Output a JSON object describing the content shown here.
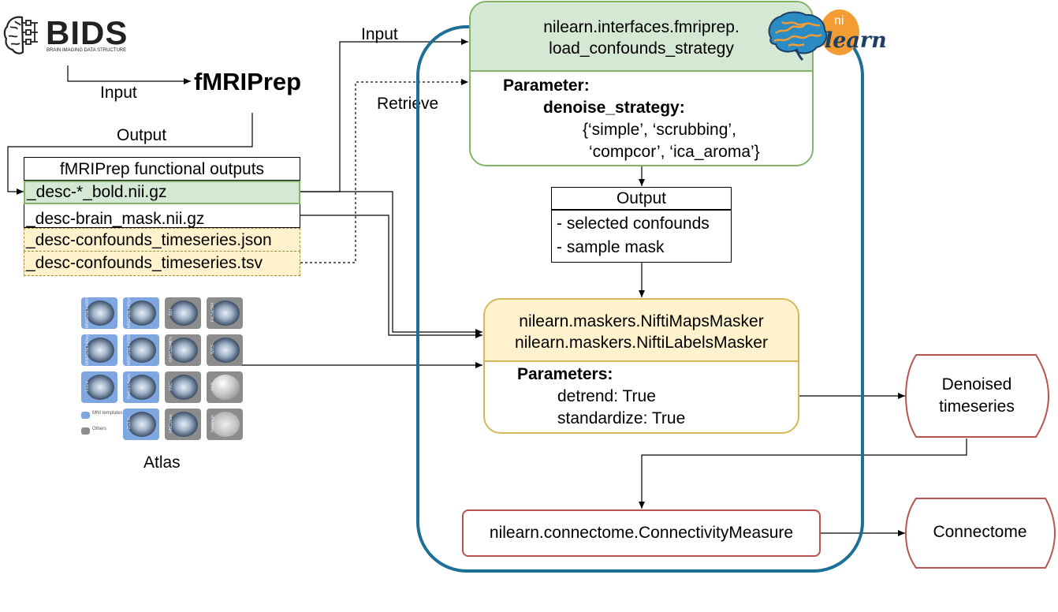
{
  "bids": {
    "logo_text": "BIDS",
    "logo_subtext": "BRAIN IMAGING DATA STRUCTURE"
  },
  "fmriprep": {
    "title": "fMRIPrep"
  },
  "edges": {
    "input_bids": "Input",
    "output_fmriprep": "Output",
    "input_nilearn": "Input",
    "retrieve": "Retrieve"
  },
  "fmriprep_outputs": {
    "title": "fMRIPrep functional outputs",
    "rows": [
      "_desc-*_bold.nii.gz",
      "_desc-brain_mask.nii.gz",
      "_desc-confounds_timeseries.json",
      "_desc-confounds_timeseries.tsv"
    ]
  },
  "atlas": {
    "label": "Atlas",
    "legend": [
      "MNI templates",
      "Others"
    ],
    "tiles": [
      {
        "name": "MNI152NLin2009cAsym",
        "kind": "mni"
      },
      {
        "name": "MNI152NLin6Sym",
        "kind": "mni"
      },
      {
        "name": "NKI",
        "kind": "other"
      },
      {
        "name": "Fischer344",
        "kind": "other"
      },
      {
        "name": "MNI152NLin6Asym",
        "kind": "mni"
      },
      {
        "name": "MNI152NLin2009cSym",
        "kind": "mni"
      },
      {
        "name": "OASIS30ANTs",
        "kind": "other"
      },
      {
        "name": "WHS",
        "kind": "other"
      },
      {
        "name": "Infant",
        "kind": "mni"
      },
      {
        "name": "PediatricAsym",
        "kind": "mni"
      },
      {
        "name": "PAC",
        "kind": "other"
      },
      {
        "name": "fsLR",
        "kind": "other"
      },
      {
        "name": "",
        "kind": "none"
      },
      {
        "name": "152Lin",
        "kind": "mni"
      },
      {
        "name": "UNCInfant",
        "kind": "other"
      },
      {
        "name": "fsaverage",
        "kind": "other"
      }
    ]
  },
  "load_confounds": {
    "title_line1": "nilearn.interfaces.fmriprep.",
    "title_line2": "load_confounds_strategy",
    "param_header": "Parameter:",
    "param_name": "denoise_strategy:",
    "param_values_line1": "{‘simple’, ‘scrubbing’,",
    "param_values_line2": "‘compcor’, ‘ica_aroma’}"
  },
  "nilearn_logo": {
    "prefix": "ni",
    "suffix": "learn"
  },
  "output_box": {
    "title": "Output",
    "items": [
      "- selected confounds",
      "- sample mask"
    ]
  },
  "maskers": {
    "title_line1": "nilearn.maskers.NiftiMapsMasker",
    "title_line2": "nilearn.maskers.NiftiLabelsMasker",
    "param_header": "Parameters:",
    "param1": "detrend: True",
    "param2": "standardize: True"
  },
  "denoised": {
    "line1": "Denoised",
    "line2": "timeseries"
  },
  "connectivity": {
    "label": "nilearn.connectome.ConnectivityMeasure"
  },
  "connectome": {
    "label": "Connectome"
  },
  "colors": {
    "panel_border": "#1e6f97",
    "green_fill": "#d5e8d4",
    "green_border": "#82b366",
    "yellow_fill": "#fff2cc",
    "yellow_border": "#d6b656",
    "red_border": "#b85450",
    "mni_blue": "#7ea6e0",
    "other_gray": "#8c8c8c",
    "nilearn_orange": "#f39c34"
  }
}
